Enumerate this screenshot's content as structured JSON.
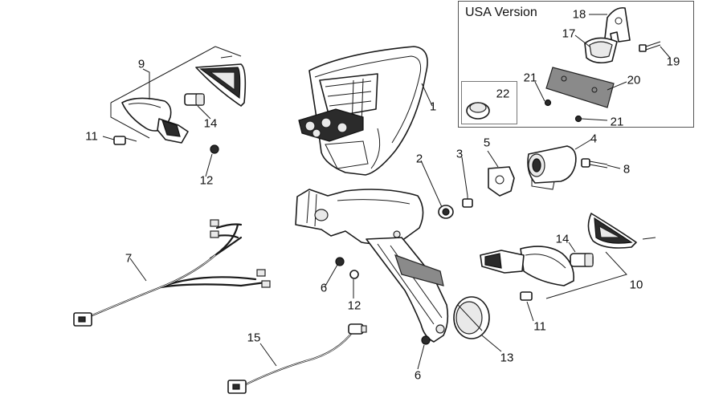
{
  "inset": {
    "title": "USA Version"
  },
  "callouts": {
    "c1": "1",
    "c2": "2",
    "c3": "3",
    "c4": "4",
    "c5": "5",
    "c6a": "6",
    "c6b": "6",
    "c7": "7",
    "c8": "8",
    "c9": "9",
    "c10": "10",
    "c11a": "11",
    "c11b": "11",
    "c12a": "12",
    "c12b": "12",
    "c13": "13",
    "c14a": "14",
    "c14b": "14",
    "c15": "15",
    "c17": "17",
    "c18": "18",
    "c19": "19",
    "c20": "20",
    "c21a": "21",
    "c21b": "21",
    "c22": "22"
  }
}
